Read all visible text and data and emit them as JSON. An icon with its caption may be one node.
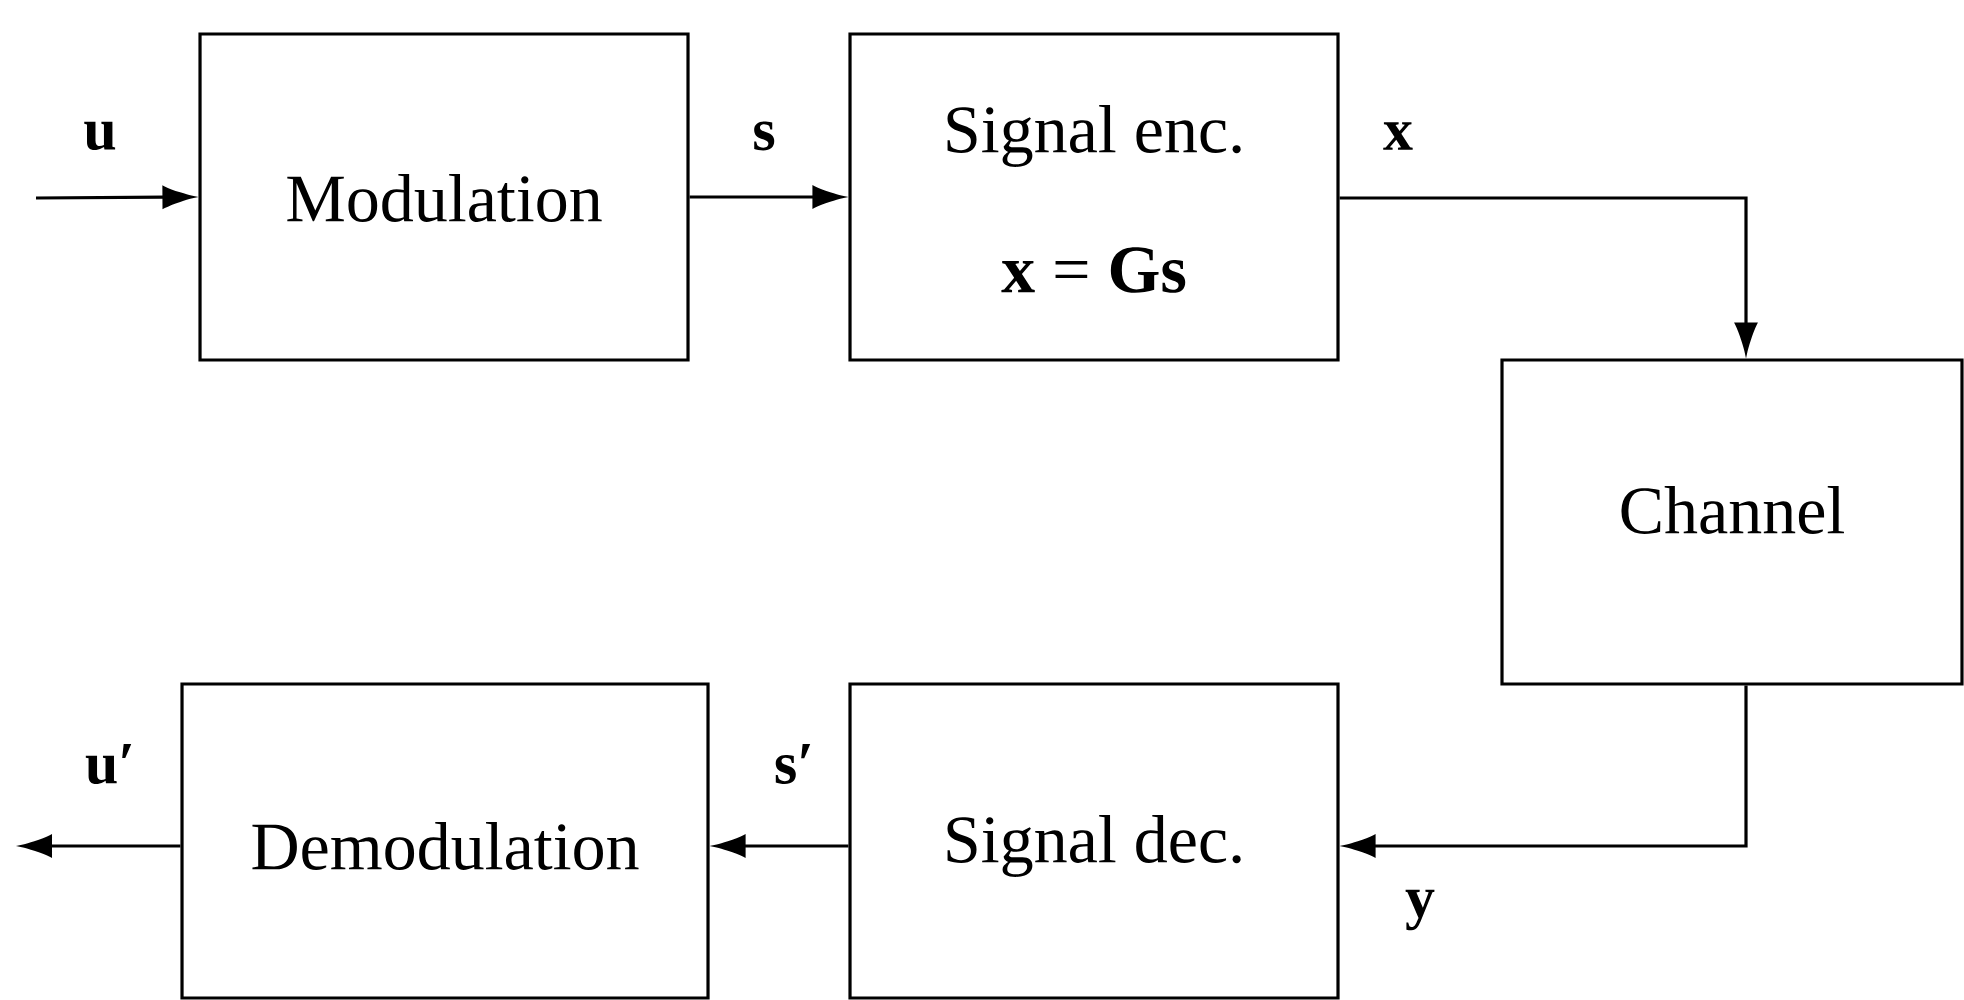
{
  "diagram": {
    "nodes": [
      {
        "text": [
          "Modulation"
        ]
      },
      {
        "text": [
          "Signal enc.",
          "**x** = **Gs**"
        ]
      },
      {
        "text": [
          "Channel"
        ]
      },
      {
        "text": [
          "Signal dec."
        ]
      },
      {
        "text": [
          "Demodulation"
        ]
      }
    ],
    "edges": [
      {
        "from": null,
        "to": 0,
        "arrow": "to",
        "label": "u"
      },
      {
        "from": 0,
        "to": 1,
        "arrow": "to",
        "label": "s"
      },
      {
        "from": 1,
        "to": 2,
        "arrow": "to",
        "label": "x"
      },
      {
        "from": 2,
        "to": 3,
        "arrow": "to",
        "label": "y"
      },
      {
        "from": 3,
        "to": 4,
        "arrow": "to",
        "label": "s′"
      },
      {
        "from": 4,
        "to": null,
        "arrow": "to",
        "label": "u′"
      }
    ]
  }
}
